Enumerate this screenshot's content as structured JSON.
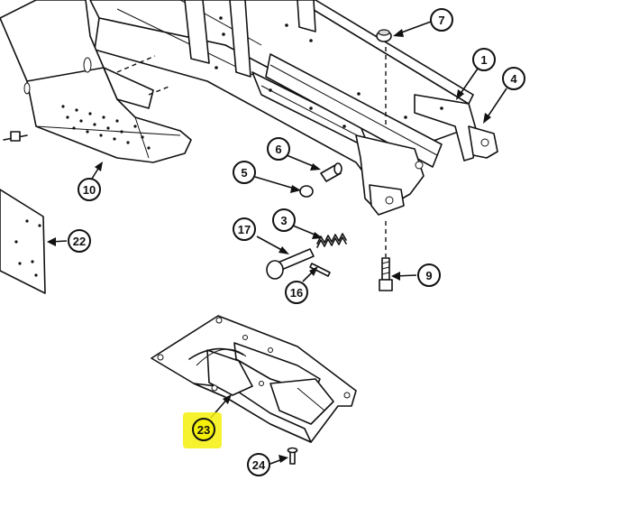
{
  "callouts": [
    {
      "id": "c1",
      "label": "1"
    },
    {
      "id": "c3",
      "label": "3"
    },
    {
      "id": "c4",
      "label": "4"
    },
    {
      "id": "c5",
      "label": "5"
    },
    {
      "id": "c6",
      "label": "6"
    },
    {
      "id": "c7",
      "label": "7"
    },
    {
      "id": "c9",
      "label": "9"
    },
    {
      "id": "c10",
      "label": "10"
    },
    {
      "id": "c16",
      "label": "16"
    },
    {
      "id": "c17",
      "label": "17"
    },
    {
      "id": "c22",
      "label": "22"
    },
    {
      "id": "c23",
      "label": "23",
      "highlighted": true
    },
    {
      "id": "c24",
      "label": "24"
    }
  ],
  "colors": {
    "line": "#111111",
    "background": "#ffffff",
    "highlight": "#f5f00a"
  }
}
